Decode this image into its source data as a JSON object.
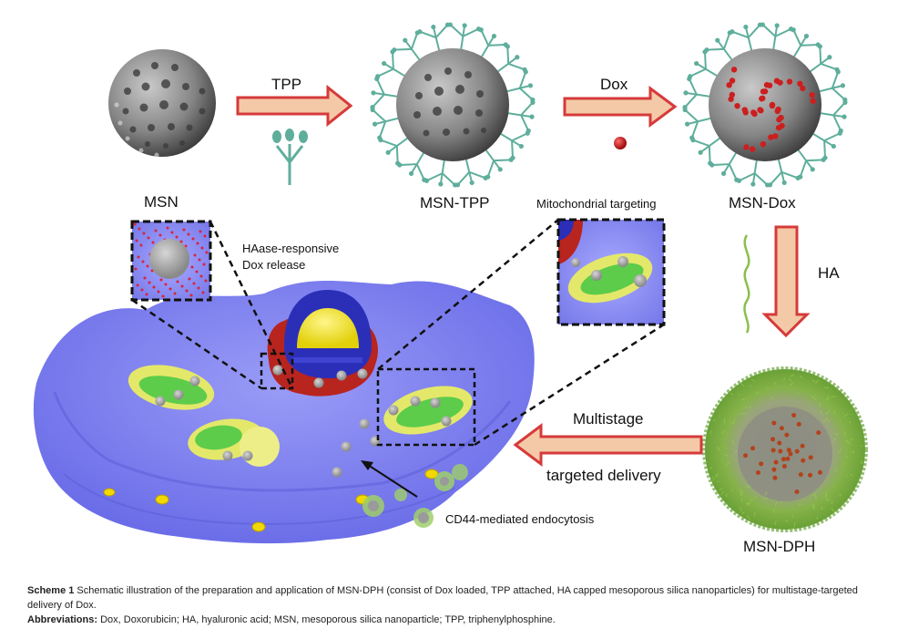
{
  "diagram": {
    "type": "scheme",
    "stages": [
      {
        "id": "msn",
        "label": "MSN"
      },
      {
        "id": "msn-tpp",
        "label": "MSN-TPP"
      },
      {
        "id": "msn-dox",
        "label": "MSN-Dox"
      },
      {
        "id": "msn-dph",
        "label": "MSN-DPH"
      }
    ],
    "arrows": [
      {
        "from": "MSN",
        "to": "MSN-TPP",
        "label": "TPP"
      },
      {
        "from": "MSN-TPP",
        "to": "MSN-Dox",
        "label": "Dox"
      },
      {
        "from": "MSN-Dox",
        "to": "MSN-DPH",
        "label": "HA"
      },
      {
        "from": "MSN-DPH",
        "to": "cell",
        "label_top": "Multistage",
        "label_bottom": "targeted delivery"
      }
    ],
    "annotations": {
      "haase": "HAase-responsive",
      "dox_release": "Dox release",
      "mito": "Mitochondrial targeting",
      "cd44": "CD44-mediated endocytosis"
    },
    "colors": {
      "arrow_fill": "#f4c9a8",
      "arrow_stroke": "#d63a3a",
      "sphere": "#8a8a8a",
      "tpp": "#5fae9c",
      "dox": "#cc1f1f",
      "ha": "#8bbf4a",
      "cell": "#7b7cf0",
      "nucleus_outer": "#2b2fb8",
      "nucleus_core": "#f2e418",
      "er": "#b8241e",
      "mito_outer": "#e4e86a",
      "mito_inner": "#5dcc4a"
    }
  },
  "caption": {
    "scheme_label": "Scheme 1",
    "text": " Schematic illustration of the preparation and application of MSN-DPH (consist of Dox loaded, TPP attached, HA capped mesoporous silica nanoparticles) for multistage-targeted delivery of Dox.",
    "abbrev_label": "Abbreviations:",
    "abbrev_text": " Dox, Doxorubicin; HA, hyaluronic acid; MSN, mesoporous silica nanoparticle; TPP, triphenylphosphine."
  }
}
